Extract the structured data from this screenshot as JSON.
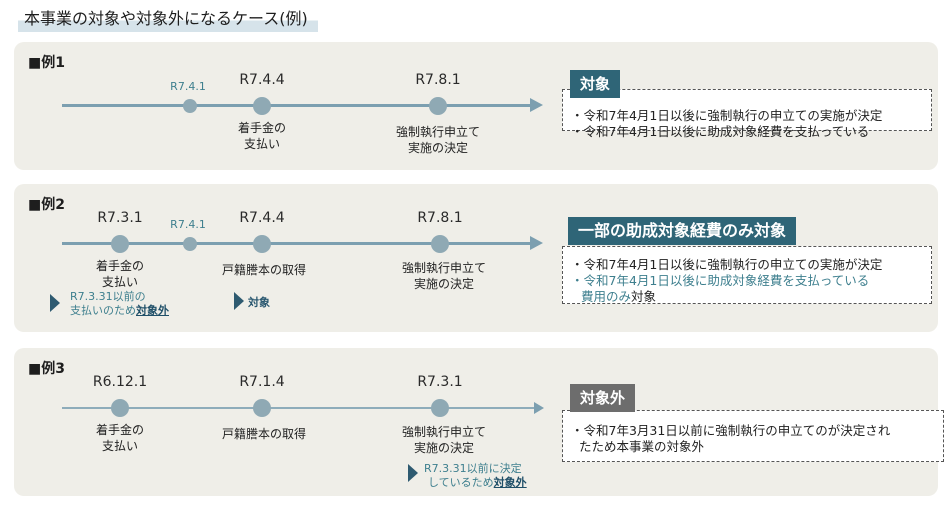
{
  "title": "本事業の対象や対象外になるケース(例)",
  "colors": {
    "tag_teal": "#2f6577",
    "tag_gray": "#6d6d6d",
    "timeline": "#7c9fb0",
    "dot": "#8fa9b4",
    "note_text": "#3e7f8e"
  },
  "cases": [
    {
      "label": "■例1",
      "dates": [
        "R7.4.1",
        "R7.4.4",
        "R7.8.1"
      ],
      "events": [
        [
          "着手金の",
          "支払い"
        ],
        [
          "強制執行申立て",
          "実施の決定"
        ]
      ],
      "tag": "対象",
      "box_lines": [
        "・令和7年4月1日以後に強制執行の申立ての実施が決定",
        "・令和7年4月1日以後に助成対象経費を支払っている"
      ]
    },
    {
      "label": "■例2",
      "dates": [
        "R7.3.1",
        "R7.4.1",
        "R7.4.4",
        "R7.8.1"
      ],
      "events": [
        [
          "着手金の",
          "支払い"
        ],
        [
          "戸籍謄本の取得"
        ],
        [
          "強制執行申立て",
          "実施の決定"
        ]
      ],
      "notes": [
        {
          "lines": [
            "R7.3.31以前の",
            "支払いのため"
          ],
          "emph": "対象外"
        },
        {
          "lines": [
            ""
          ],
          "emph": "対象"
        }
      ],
      "tag": "一部の助成対象経費のみ対象",
      "box_lines": [
        "・令和7年4月1日以後に強制執行の申立ての実施が決定",
        "・令和7年4月1日以後に助成対象経費を支払っている",
        "費用のみ",
        "対象"
      ]
    },
    {
      "label": "■例3",
      "dates": [
        "R6.12.1",
        "R7.1.4",
        "R7.3.1"
      ],
      "events": [
        [
          "着手金の",
          "支払い"
        ],
        [
          "戸籍謄本の取得"
        ],
        [
          "強制執行申立て",
          "実施の決定"
        ]
      ],
      "notes": [
        {
          "lines": [
            "R7.3.31以前に決定",
            "しているため"
          ],
          "emph": "対象外"
        }
      ],
      "tag": "対象外",
      "box_lines": [
        "・令和7年3月31日以前に強制執行の申立てのが決定され",
        "たため本事業の対象外"
      ]
    }
  ]
}
